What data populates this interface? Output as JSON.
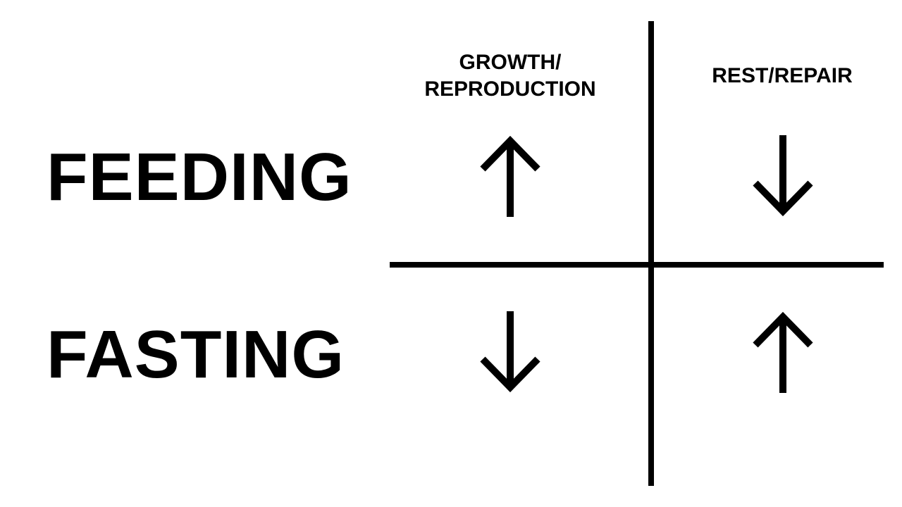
{
  "rows": {
    "feeding": "FEEDING",
    "fasting": "FASTING"
  },
  "columns": {
    "growth_line1": "GROWTH/",
    "growth_line2": "REPRODUCTION",
    "rest": "REST/REPAIR"
  },
  "cells": {
    "feeding_growth": "up",
    "feeding_rest": "down",
    "fasting_growth": "down",
    "fasting_rest": "up"
  },
  "icons": {
    "up": "arrow-up-icon",
    "down": "arrow-down-icon"
  },
  "colors": {
    "ink": "#000000",
    "background": "#ffffff"
  }
}
